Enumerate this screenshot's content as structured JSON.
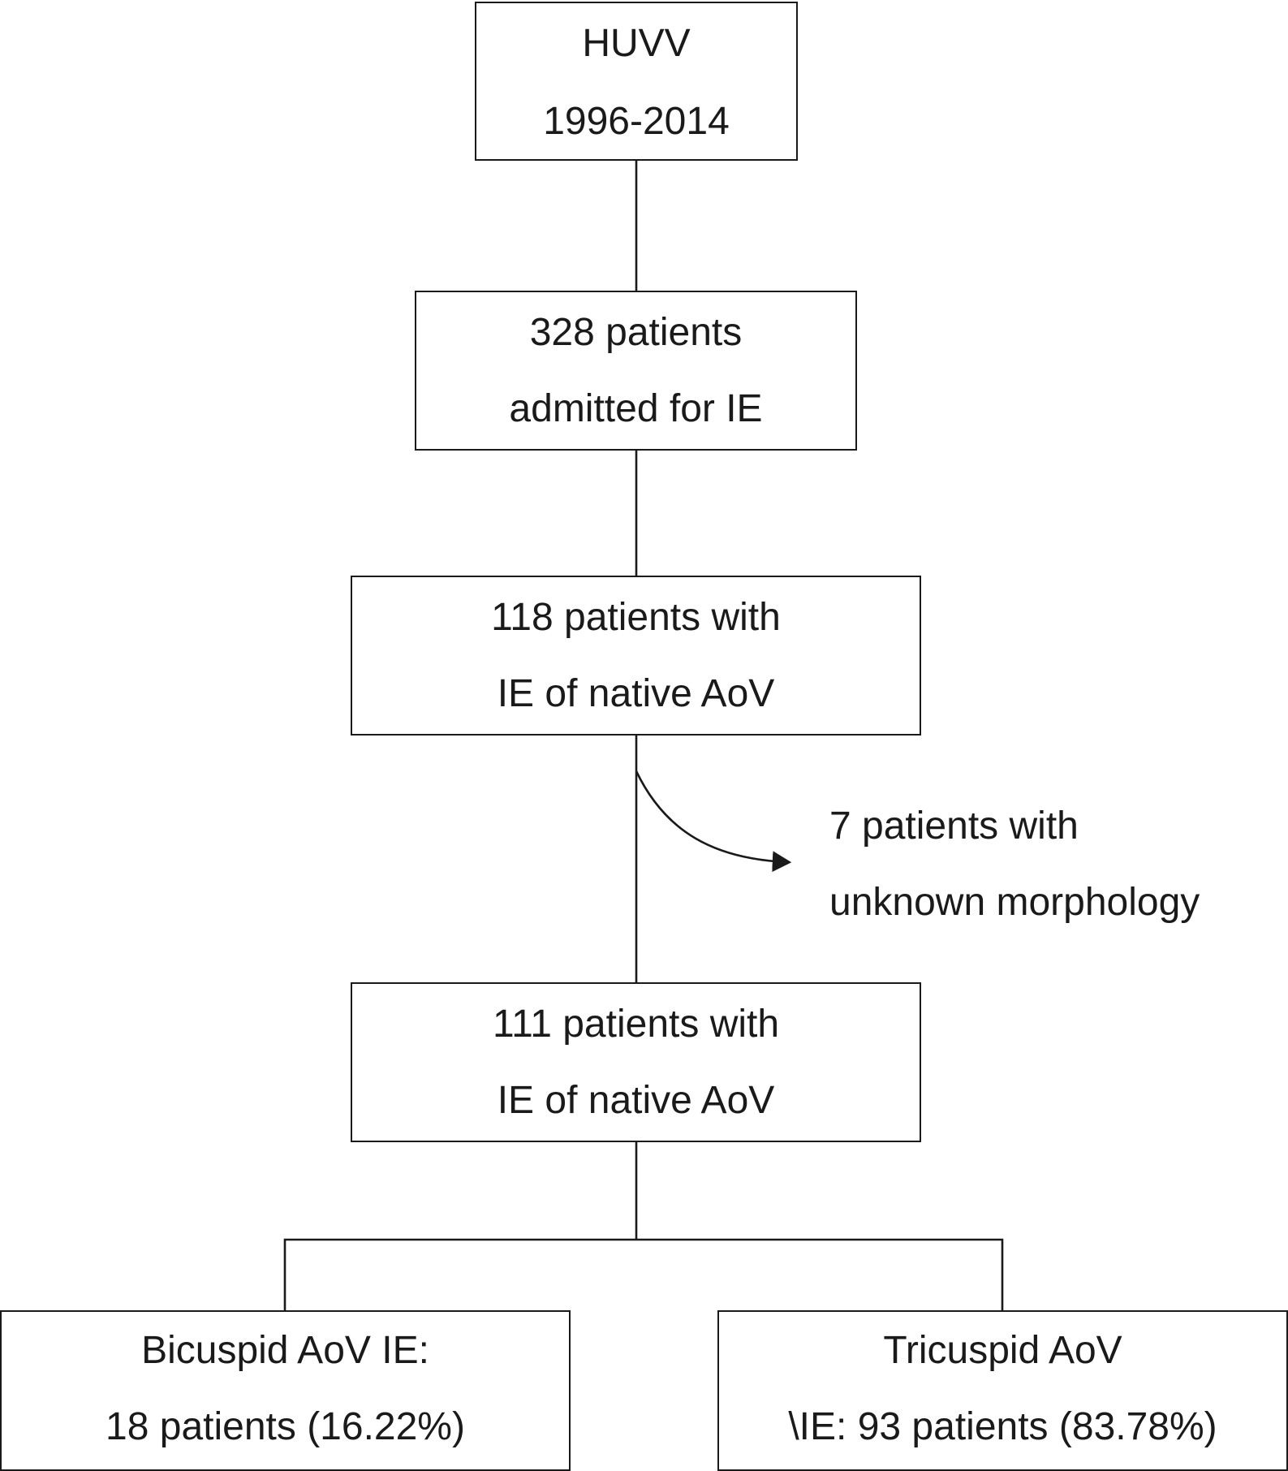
{
  "diagram": {
    "box_top": {
      "line1": "HUVV",
      "line2": "1996-2014"
    },
    "box_admitted": {
      "line1": "328 patients",
      "line2": "admitted for IE"
    },
    "box_native_118": {
      "line1": "118 patients with",
      "line2": "IE of native AoV"
    },
    "exclusion": {
      "line1": "7 patients with",
      "line2": "unknown morphology"
    },
    "box_native_111": {
      "line1": "111 patients with",
      "line2": "IE of native AoV"
    },
    "box_bicuspid": {
      "line1": "Bicuspid AoV IE:",
      "line2": "18 patients (16.22%)"
    },
    "box_tricuspid": {
      "line1": "Tricuspid AoV",
      "line2": "\\IE: 93 patients (83.78%)"
    }
  }
}
